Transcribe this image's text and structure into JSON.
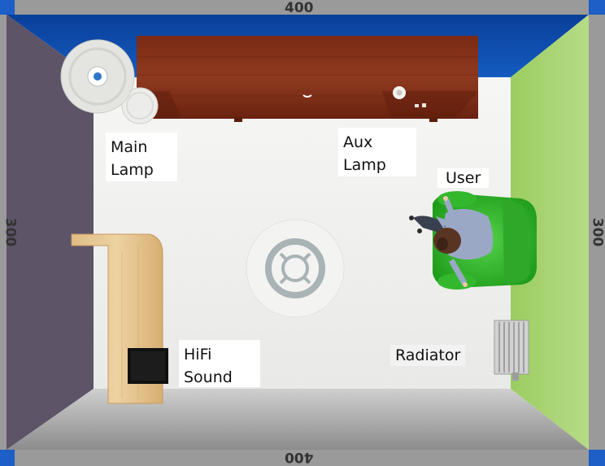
{
  "room": {
    "dimensions": {
      "top": "400",
      "bottom": "400",
      "left": "300",
      "right": "300"
    },
    "colors": {
      "floor": "#efefed",
      "back_wall": "#0d4aa8",
      "front_wall": "#8f8f8f",
      "left_wall": "#5d5468",
      "right_wall": "#a6d36d",
      "frame": "#1d5ec7"
    }
  },
  "labels": {
    "main_lamp": "Main\nLamp",
    "aux_lamp": "Aux\nLamp",
    "user": "User",
    "radiator": "Radiator",
    "hifi": "HiFi\nSound"
  },
  "objects": [
    {
      "name": "cabinet",
      "icon": "wooden-cabinet-icon"
    },
    {
      "name": "main-lamp",
      "icon": "floor-lamp-icon"
    },
    {
      "name": "aux-lamp",
      "icon": "table-lamp-icon"
    },
    {
      "name": "ceiling-light",
      "icon": "ceiling-light-icon"
    },
    {
      "name": "armchair",
      "icon": "armchair-icon"
    },
    {
      "name": "user",
      "icon": "person-icon"
    },
    {
      "name": "desk",
      "icon": "desk-icon"
    },
    {
      "name": "speaker",
      "icon": "speaker-icon"
    },
    {
      "name": "radiator",
      "icon": "radiator-icon"
    }
  ]
}
